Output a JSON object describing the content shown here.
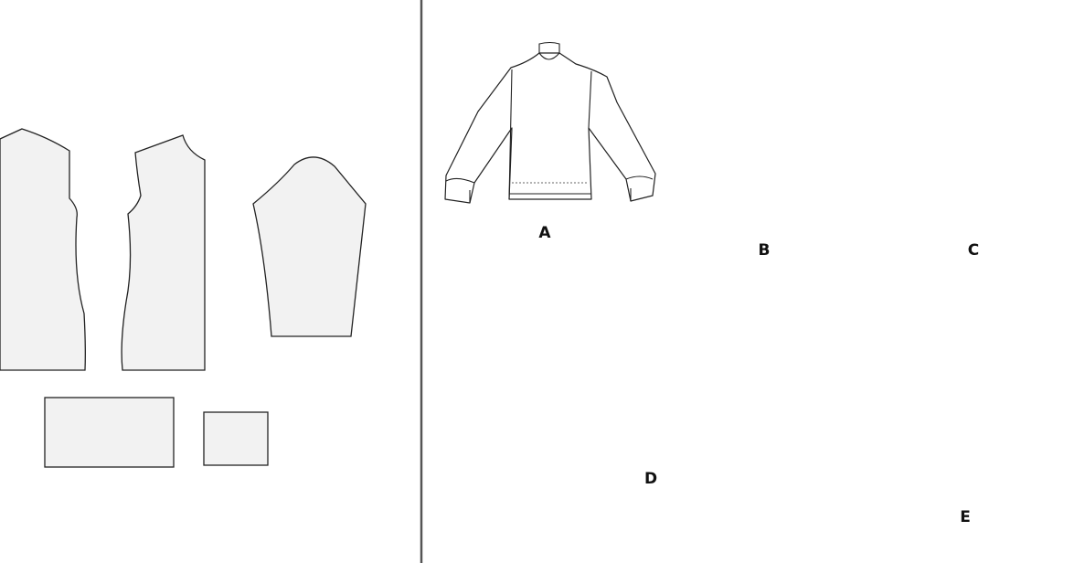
{
  "views": [
    {
      "id": "A",
      "label": "A"
    },
    {
      "id": "B",
      "label": "B"
    },
    {
      "id": "C",
      "label": "C"
    },
    {
      "id": "D",
      "label": "D"
    },
    {
      "id": "E",
      "label": "E"
    }
  ],
  "colors": {
    "pattern_piece_fill": "#f2f2f2",
    "outline": "#222222",
    "button": "#8b1a1a",
    "divider": "#555555"
  }
}
